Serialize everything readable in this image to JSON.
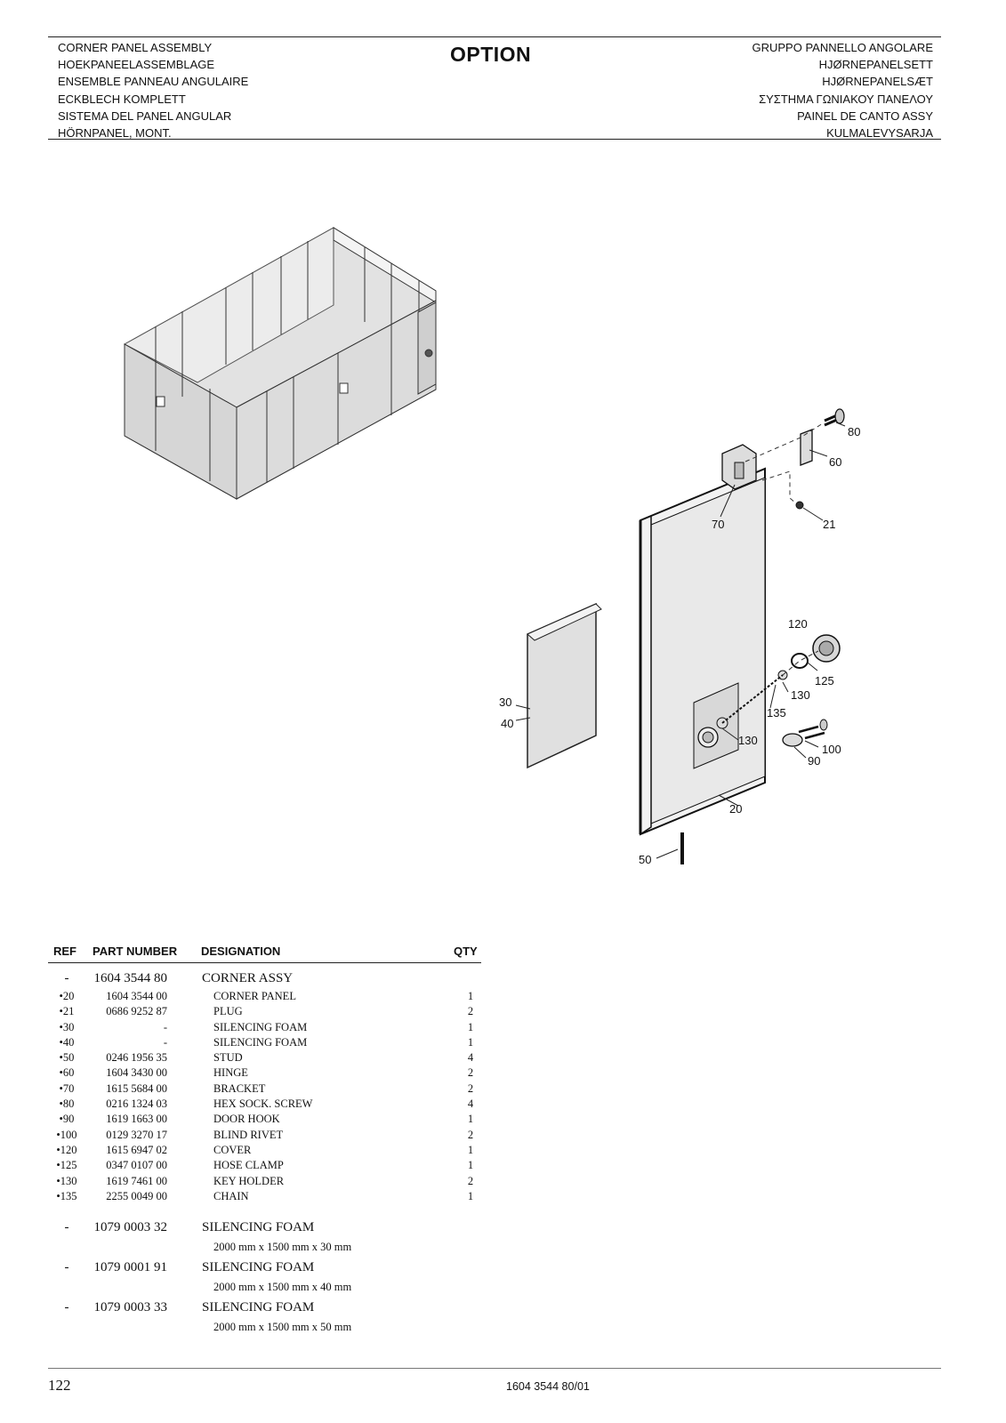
{
  "header": {
    "left_titles": [
      "CORNER PANEL ASSEMBLY",
      "HOEKPANEELASSEMBLAGE",
      "ENSEMBLE PANNEAU ANGULAIRE",
      "ECKBLECH KOMPLETT",
      "SISTEMA DEL PANEL ANGULAR",
      "HÖRNPANEL, MONT."
    ],
    "center_title": "OPTION",
    "right_titles": [
      "GRUPPO PANNELLO ANGOLARE",
      "HJØRNEPANELSETT",
      "HJØRNEPANELSÆT",
      "ΣΥΣΤΗΜΑ ΓΩΝΙΑΚΟΥ ΠΑΝΕΛΟΥ",
      "PAINEL DE CANTO ASSY",
      "KULMALEVYSARJA"
    ]
  },
  "diagram_callouts": {
    "c80": "80",
    "c60": "60",
    "c70": "70",
    "c21": "21",
    "c120": "120",
    "c125": "125",
    "c130a": "130",
    "c135": "135",
    "c130b": "130",
    "c100": "100",
    "c90": "90",
    "c30": "30",
    "c40": "40",
    "c20": "20",
    "c50": "50"
  },
  "table": {
    "headers": {
      "ref": "REF",
      "part_number": "PART NUMBER",
      "designation": "DESIGNATION",
      "qty": "QTY"
    },
    "assembly": {
      "ref": "-",
      "part_number": "1604 3544 80",
      "designation": "CORNER ASSY"
    },
    "rows": [
      {
        "ref": "•20",
        "part_number": "1604 3544 00",
        "designation": "CORNER PANEL",
        "qty": "1"
      },
      {
        "ref": "•21",
        "part_number": "0686 9252 87",
        "designation": "PLUG",
        "qty": "2"
      },
      {
        "ref": "•30",
        "part_number": "-",
        "designation": "SILENCING FOAM",
        "qty": "1"
      },
      {
        "ref": "•40",
        "part_number": "-",
        "designation": "SILENCING FOAM",
        "qty": "1"
      },
      {
        "ref": "•50",
        "part_number": "0246 1956 35",
        "designation": "STUD",
        "qty": "4"
      },
      {
        "ref": "•60",
        "part_number": "1604 3430 00",
        "designation": "HINGE",
        "qty": "2"
      },
      {
        "ref": "•70",
        "part_number": "1615 5684 00",
        "designation": "BRACKET",
        "qty": "2"
      },
      {
        "ref": "•80",
        "part_number": "0216 1324 03",
        "designation": "HEX SOCK. SCREW",
        "qty": "4"
      },
      {
        "ref": "•90",
        "part_number": "1619 1663 00",
        "designation": "DOOR HOOK",
        "qty": "1"
      },
      {
        "ref": "•100",
        "part_number": "0129 3270 17",
        "designation": "BLIND RIVET",
        "qty": "2"
      },
      {
        "ref": "•120",
        "part_number": "1615 6947 02",
        "designation": "COVER",
        "qty": "1"
      },
      {
        "ref": "•125",
        "part_number": "0347 0107 00",
        "designation": "HOSE CLAMP",
        "qty": "1"
      },
      {
        "ref": "•130",
        "part_number": "1619 7461 00",
        "designation": "KEY HOLDER",
        "qty": "2"
      },
      {
        "ref": "•135",
        "part_number": "2255 0049 00",
        "designation": "CHAIN",
        "qty": "1"
      }
    ],
    "foams": [
      {
        "ref": "-",
        "part_number": "1079 0003 32",
        "designation": "SILENCING FOAM",
        "spec": "2000 mm x 1500 mm x 30 mm"
      },
      {
        "ref": "-",
        "part_number": "1079 0001 91",
        "designation": "SILENCING FOAM",
        "spec": "2000 mm x 1500 mm x 40 mm"
      },
      {
        "ref": "-",
        "part_number": "1079 0003 33",
        "designation": "SILENCING FOAM",
        "spec": "2000 mm x 1500 mm x 50 mm"
      }
    ]
  },
  "footer": {
    "page_number": "122",
    "document_number": "1604 3544 80/01"
  }
}
